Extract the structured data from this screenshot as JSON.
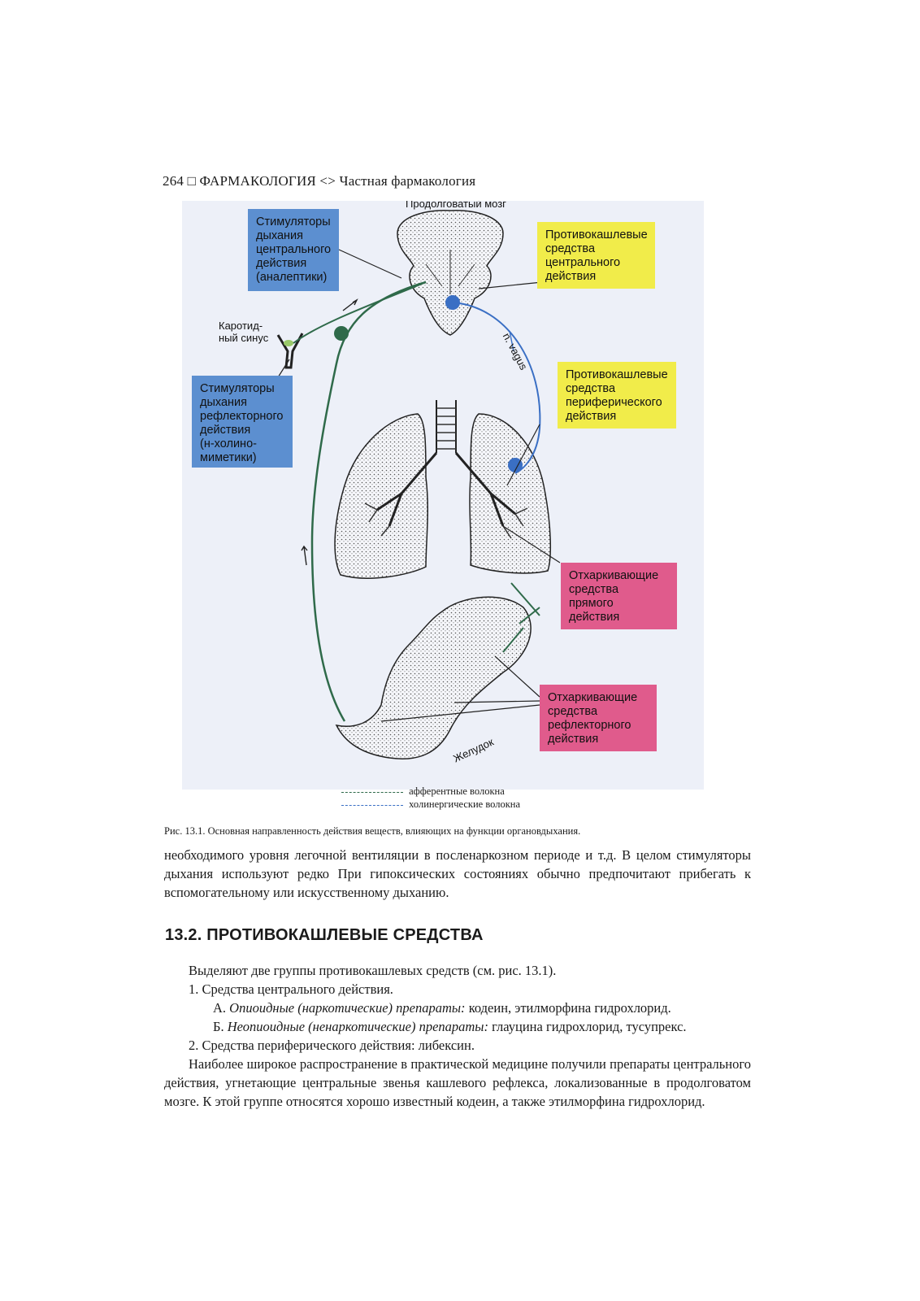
{
  "header": {
    "page_number": "264",
    "separator": "□",
    "text": "ФАРМАКОЛОГИЯ <> Частная фармакология"
  },
  "figure": {
    "labels": {
      "medulla": "Продолговатый мозг",
      "carotid_sinus": "Каротид-\nный синус",
      "vagus": "n. vagus",
      "stomach": "Желудок"
    },
    "boxes": {
      "central_stimulants": "Стимуляторы\nдыхания\nцентрального\nдействия\n(аналептики)",
      "reflex_stimulants": "Стимуляторы\nдыхания\nрефлекторного\nдействия\n(н-холино-\nмиметики)",
      "central_antitussives": "Противокашлевые\nсредства\nцентрального\nдействия",
      "peripheral_antitussives": "Противокашлевые\nсредства\nпериферического\nдействия",
      "direct_expectorants": "Отхаркивающие\nсредства\nпрямого\nдействия",
      "reflex_expectorants": "Отхаркивающие\nсредства\nрефлекторного\nдействия"
    },
    "colors": {
      "blue_box": "#5c8fd0",
      "yellow_box": "#f1ec4a",
      "pink_box": "#e05b8c",
      "afferent": "#2f6a4a",
      "cholinergic": "#3a6fc4"
    },
    "legend": {
      "afferent": "афферентные волокна",
      "cholinergic": "холинергические волокна"
    },
    "caption": "Рис. 13.1. Основная направленность действия веществ, влияющих на функции органовдыхания."
  },
  "body": {
    "para1": "необходимого уровня легочной вентиляции в посленаркозном периоде и т.д. В целом стимуляторы дыхания используют редко При гипоксических состояниях обычно предпочитают прибегать к вспомогательному или искусственному дыханию.",
    "heading": "13.2. ПРОТИВОКАШЛЕВЫЕ СРЕДСТВА",
    "list": {
      "intro": "Выделяют две группы противокашлевых средств (см. рис. 13.1).",
      "item1": "1.  Средства центрального действия.",
      "a_prefix": "А. ",
      "a_italic": "Опиоидные (наркотические) препараты:",
      "a_rest": " кодеин, этилморфина гидрохлорид.",
      "b_prefix": "Б. ",
      "b_italic": "Неопиоидные (ненаркотические) препараты:",
      "b_rest": " глауцина гидрохлорид, тусупрекс.",
      "item2": "2.  Средства периферического действия: либексин."
    },
    "para2": "Наиболее широкое распространение в практической медицине получили препараты центрального действия, угнетающие центральные звенья кашлевого рефлекса, локализованные в продолговатом мозге. К этой группе относятся хорошо известный кодеин, а также этилморфина гидрохлорид."
  }
}
